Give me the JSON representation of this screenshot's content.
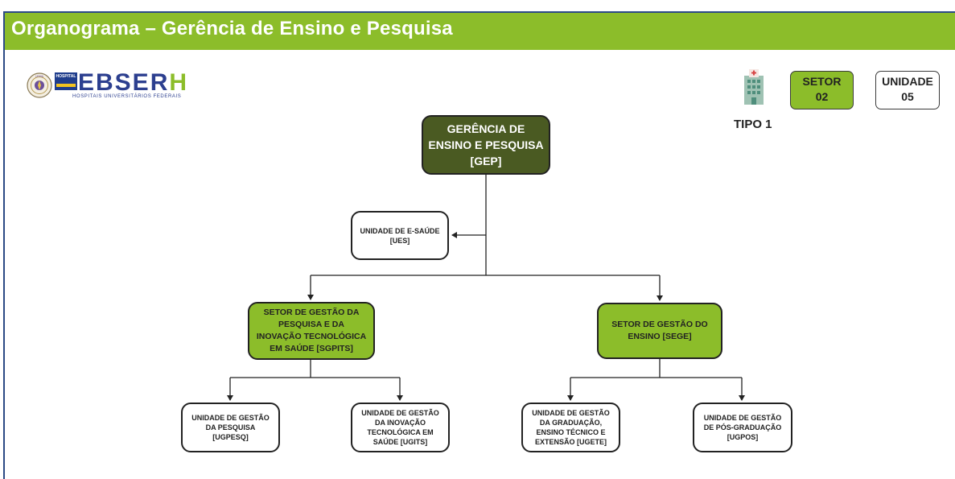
{
  "header": {
    "title": "Organograma – Gerência de Ensino e Pesquisa"
  },
  "brand": {
    "name_main": "EBSER",
    "name_accent": "H",
    "subtitle": "HOSPITAIS UNIVERSITÁRIOS FEDERAIS",
    "badge_text": "HOSPITAL"
  },
  "meta": {
    "tipo_label": "TIPO 1",
    "setor": {
      "label": "SETOR",
      "value": "02"
    },
    "unidade": {
      "label": "UNIDADE",
      "value": "05"
    }
  },
  "nodes": {
    "gep": "GERÊNCIA DE\nENSINO E PESQUISA\n[GEP]",
    "ues": "UNIDADE DE E-SAÚDE\n[UES]",
    "sgpits": "SETOR DE GESTÃO DA\nPESQUISA E DA\nINOVAÇÃO TECNOLÓGICA\nEM SAÚDE [SGPITS]",
    "sege": "SETOR DE GESTÃO DO\nENSINO [SEGE]",
    "ugpesq": "UNIDADE DE GESTÃO\nDA PESQUISA\n[UGPESQ]",
    "ugits": "UNIDADE DE GESTÃO\nDA INOVAÇÃO\nTECNOLÓGICA EM\nSAÚDE [UGITS]",
    "ugete": "UNIDADE DE GESTÃO\nDA GRADUAÇÃO,\nENSINO TÉCNICO E\nEXTENSÃO [UGETE]",
    "ugpos": "UNIDADE DE GESTÃO\nDE PÓS-GRADUAÇÃO\n[UGPOS]"
  },
  "colors": {
    "header_band": "#8cbd2a",
    "gep_fill": "#4a5a22",
    "setor_fill": "#8cbd2a",
    "frame": "#2c4a85"
  },
  "icons": {
    "hospital": "hospital-building-icon",
    "seal": "university-seal-icon"
  }
}
